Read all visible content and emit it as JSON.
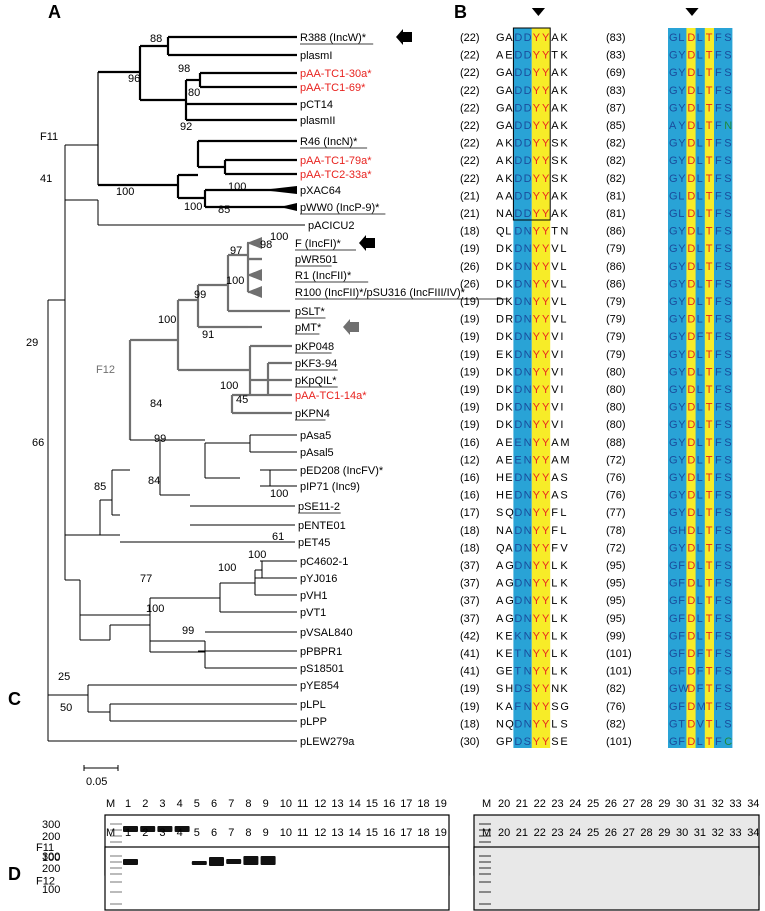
{
  "panels": {
    "A": "A",
    "B": "B",
    "C": "C",
    "D": "D"
  },
  "tree": {
    "group_labels": [
      "F11",
      "F12"
    ],
    "scale_label": "0.05",
    "bootstrap": [
      "88",
      "96",
      "98",
      "92",
      "80",
      "100",
      "100",
      "100",
      "85",
      "41",
      "100",
      "98",
      "97",
      "100",
      "99",
      "100",
      "91",
      "45",
      "84",
      "100",
      "99",
      "84",
      "85",
      "100",
      "29",
      "66",
      "61",
      "100",
      "100",
      "77",
      "100",
      "99",
      "25",
      "50"
    ],
    "leaves": [
      {
        "name": "R388 (IncW)*",
        "red": false,
        "underline": true
      },
      {
        "name": "plasmI",
        "red": false,
        "underline": false
      },
      {
        "name": "pAA-TC1-30a*",
        "red": true,
        "underline": false
      },
      {
        "name": "pAA-TC1-69*",
        "red": true,
        "underline": false
      },
      {
        "name": "pCT14",
        "red": false,
        "underline": false
      },
      {
        "name": "plasmII",
        "red": false,
        "underline": false
      },
      {
        "name": "R46 (IncN)*",
        "red": false,
        "underline": true
      },
      {
        "name": "pAA-TC1-79a*",
        "red": true,
        "underline": false
      },
      {
        "name": "pAA-TC2-33a*",
        "red": true,
        "underline": false
      },
      {
        "name": "pXAC64",
        "red": false,
        "underline": false
      },
      {
        "name": "pWW0 (IncP-9)*",
        "red": false,
        "underline": true
      },
      {
        "name": "pACICU2",
        "red": false,
        "underline": false
      },
      {
        "name": "F (IncFI)*",
        "red": false,
        "underline": true
      },
      {
        "name": "pWR501",
        "red": false,
        "underline": true
      },
      {
        "name": "R1 (IncFII)*",
        "red": false,
        "underline": true
      },
      {
        "name": "R100 (IncFII)*/pSU316 (IncFIII/IV)*",
        "red": false,
        "underline": true
      },
      {
        "name": "pSLT*",
        "red": false,
        "underline": true
      },
      {
        "name": "pMT*",
        "red": false,
        "underline": true
      },
      {
        "name": "pKP048",
        "red": false,
        "underline": true
      },
      {
        "name": "pKF3-94",
        "red": false,
        "underline": true
      },
      {
        "name": "pKpQIL*",
        "red": false,
        "underline": true
      },
      {
        "name": "pAA-TC1-14a*",
        "red": true,
        "underline": false
      },
      {
        "name": "pKPN4",
        "red": false,
        "underline": true
      },
      {
        "name": "pAsa5",
        "red": false,
        "underline": false
      },
      {
        "name": "pAsal5",
        "red": false,
        "underline": false
      },
      {
        "name": "pED208 (IncFV)*",
        "red": false,
        "underline": false
      },
      {
        "name": "pIP71 (Inc9)",
        "red": false,
        "underline": false
      },
      {
        "name": "pSE11-2",
        "red": false,
        "underline": true
      },
      {
        "name": "pENTE01",
        "red": false,
        "underline": false
      },
      {
        "name": "pET45",
        "red": false,
        "underline": false
      },
      {
        "name": "pC4602-1",
        "red": false,
        "underline": false
      },
      {
        "name": "pYJ016",
        "red": false,
        "underline": false
      },
      {
        "name": "pVH1",
        "red": false,
        "underline": false
      },
      {
        "name": "pVT1",
        "red": false,
        "underline": false
      },
      {
        "name": "pVSAL840",
        "red": false,
        "underline": false
      },
      {
        "name": "pPBPR1",
        "red": false,
        "underline": false
      },
      {
        "name": "pS18501",
        "red": false,
        "underline": false
      },
      {
        "name": "pYE854",
        "red": false,
        "underline": false
      },
      {
        "name": "pLPL",
        "red": false,
        "underline": false
      },
      {
        "name": "pLPP",
        "red": false,
        "underline": false
      },
      {
        "name": "pLEW279a",
        "red": false,
        "underline": false
      }
    ]
  },
  "alignment": {
    "rows": [
      {
        "pre": "(22)",
        "s1": "GADDYYAK",
        "mid": "(83)",
        "s2": "GLDLTFS"
      },
      {
        "pre": "(22)",
        "s1": "AEDDYYTK",
        "mid": "(83)",
        "s2": "GYDLTFS"
      },
      {
        "pre": "(22)",
        "s1": "GADDYYAK",
        "mid": "(69)",
        "s2": "GYDLTFS"
      },
      {
        "pre": "(22)",
        "s1": "GADDYYAK",
        "mid": "(83)",
        "s2": "GYDLTFS"
      },
      {
        "pre": "(22)",
        "s1": "GADDYYAK",
        "mid": "(87)",
        "s2": "GYDLTFS"
      },
      {
        "pre": "(22)",
        "s1": "GADDYYAK",
        "mid": "(85)",
        "s2": "AYDLTFN"
      },
      {
        "pre": "(22)",
        "s1": "AKDDYYSK",
        "mid": "(82)",
        "s2": "GYDLTFS"
      },
      {
        "pre": "(22)",
        "s1": "AKDDYYSK",
        "mid": "(82)",
        "s2": "GYDLTFS"
      },
      {
        "pre": "(22)",
        "s1": "AKDDYYSK",
        "mid": "(82)",
        "s2": "GYDLTFS"
      },
      {
        "pre": "(21)",
        "s1": "AADDYYAK",
        "mid": "(81)",
        "s2": "GLDLTFS"
      },
      {
        "pre": "(21)",
        "s1": "NADDYYAK",
        "mid": "(81)",
        "s2": "GLDLTFS"
      },
      {
        "pre": "(18)",
        "s1": "QLDNYYTN",
        "mid": "(86)",
        "s2": "GYDLTFS"
      },
      {
        "pre": "(19)",
        "s1": "DKDNYYVL",
        "mid": "(79)",
        "s2": "GYDLTFS"
      },
      {
        "pre": "(26)",
        "s1": "DKDNYYVL",
        "mid": "(86)",
        "s2": "GYDLTFS"
      },
      {
        "pre": "(26)",
        "s1": "DKDNYYVL",
        "mid": "(86)",
        "s2": "GYDLTFS"
      },
      {
        "pre": "(19)",
        "s1": "DKDNYYVL",
        "mid": "(79)",
        "s2": "GYDLTFS"
      },
      {
        "pre": "(19)",
        "s1": "DRDNYYVL",
        "mid": "(79)",
        "s2": "GYDLTFS"
      },
      {
        "pre": "(19)",
        "s1": "DKDNYYVI",
        "mid": "(79)",
        "s2": "GYDFTFS"
      },
      {
        "pre": "(19)",
        "s1": "EKDNYYVI",
        "mid": "(79)",
        "s2": "GYDLTFS"
      },
      {
        "pre": "(19)",
        "s1": "DKDNYYVI",
        "mid": "(80)",
        "s2": "GYDLTFS"
      },
      {
        "pre": "(19)",
        "s1": "DKDNYYVI",
        "mid": "(80)",
        "s2": "GYDLTFS"
      },
      {
        "pre": "(19)",
        "s1": "DKDNYYVI",
        "mid": "(80)",
        "s2": "GYDLTFS"
      },
      {
        "pre": "(19)",
        "s1": "DKDNYYVI",
        "mid": "(80)",
        "s2": "GYDLTFS"
      },
      {
        "pre": "(16)",
        "s1": "AEENYYAM",
        "mid": "(88)",
        "s2": "GYDLTFS"
      },
      {
        "pre": "(12)",
        "s1": "AEENYYAM",
        "mid": "(72)",
        "s2": "GYDLTFS"
      },
      {
        "pre": "(16)",
        "s1": "HEDNYYAS",
        "mid": "(76)",
        "s2": "GYDLTFS"
      },
      {
        "pre": "(16)",
        "s1": "HEDNYYAS",
        "mid": "(76)",
        "s2": "GYDLTFS"
      },
      {
        "pre": "(17)",
        "s1": "SQDNYYFL",
        "mid": "(77)",
        "s2": "GYDLTFS"
      },
      {
        "pre": "(18)",
        "s1": "NADNYYFL",
        "mid": "(78)",
        "s2": "GHDLTFS"
      },
      {
        "pre": "(18)",
        "s1": "QADNYYFV",
        "mid": "(72)",
        "s2": "GYDLTFS"
      },
      {
        "pre": "(37)",
        "s1": "AGDNYYLK",
        "mid": "(95)",
        "s2": "GFDLTFS"
      },
      {
        "pre": "(37)",
        "s1": "AGDNYYLK",
        "mid": "(95)",
        "s2": "GFDLTFS"
      },
      {
        "pre": "(37)",
        "s1": "AGDNYYLK",
        "mid": "(95)",
        "s2": "GFDLTFS"
      },
      {
        "pre": "(37)",
        "s1": "AGDNYYLK",
        "mid": "(95)",
        "s2": "GFDLTFS"
      },
      {
        "pre": "(42)",
        "s1": "KEKNYYLK",
        "mid": "(99)",
        "s2": "GFDLTFS"
      },
      {
        "pre": "(41)",
        "s1": "KETNYYLK",
        "mid": "(101)",
        "s2": "GFDFTFS"
      },
      {
        "pre": "(41)",
        "s1": "GETNYYLK",
        "mid": "(101)",
        "s2": "GFDFTFS"
      },
      {
        "pre": "(19)",
        "s1": "SHDSYYNK",
        "mid": "(82)",
        "s2": "GWDFTFS"
      },
      {
        "pre": "(19)",
        "s1": "KAFNYYSG",
        "mid": "(76)",
        "s2": "GFDMTFS"
      },
      {
        "pre": "(18)",
        "s1": "NQDNYYLS",
        "mid": "(82)",
        "s2": "GTDVTLS"
      },
      {
        "pre": "(30)",
        "s1": "GPDSYYSE",
        "mid": "(101)",
        "s2": "GFDLTFC"
      }
    ]
  },
  "gels": {
    "C": {
      "row_label": "F11",
      "marker": "M",
      "ladder": [
        "300",
        "200",
        "100"
      ],
      "lanes_left": [
        "1",
        "2",
        "3",
        "4",
        "5",
        "6",
        "7",
        "8",
        "9",
        "10",
        "11",
        "12",
        "13",
        "14",
        "15",
        "16",
        "17",
        "18",
        "19"
      ],
      "lanes_right": [
        "20",
        "21",
        "22",
        "23",
        "24",
        "25",
        "26",
        "27",
        "28",
        "29",
        "30",
        "31",
        "32",
        "33",
        "34"
      ]
    },
    "D": {
      "row_label": "F12",
      "marker": "M",
      "ladder": [
        "300",
        "200",
        "100"
      ],
      "lanes_left": [
        "1",
        "2",
        "3",
        "4",
        "5",
        "6",
        "7",
        "8",
        "9",
        "10",
        "11",
        "12",
        "13",
        "14",
        "15",
        "16",
        "17",
        "18",
        "19"
      ],
      "lanes_right": [
        "20",
        "21",
        "22",
        "23",
        "24",
        "25",
        "26",
        "27",
        "28",
        "29",
        "30",
        "31",
        "32",
        "33",
        "34"
      ]
    }
  },
  "colors": {
    "red_label": "#e8231f",
    "blue": "#29a3d6",
    "yellow": "#f7ec28",
    "green": "#1f8a3c",
    "grey_branch": "#707070"
  }
}
